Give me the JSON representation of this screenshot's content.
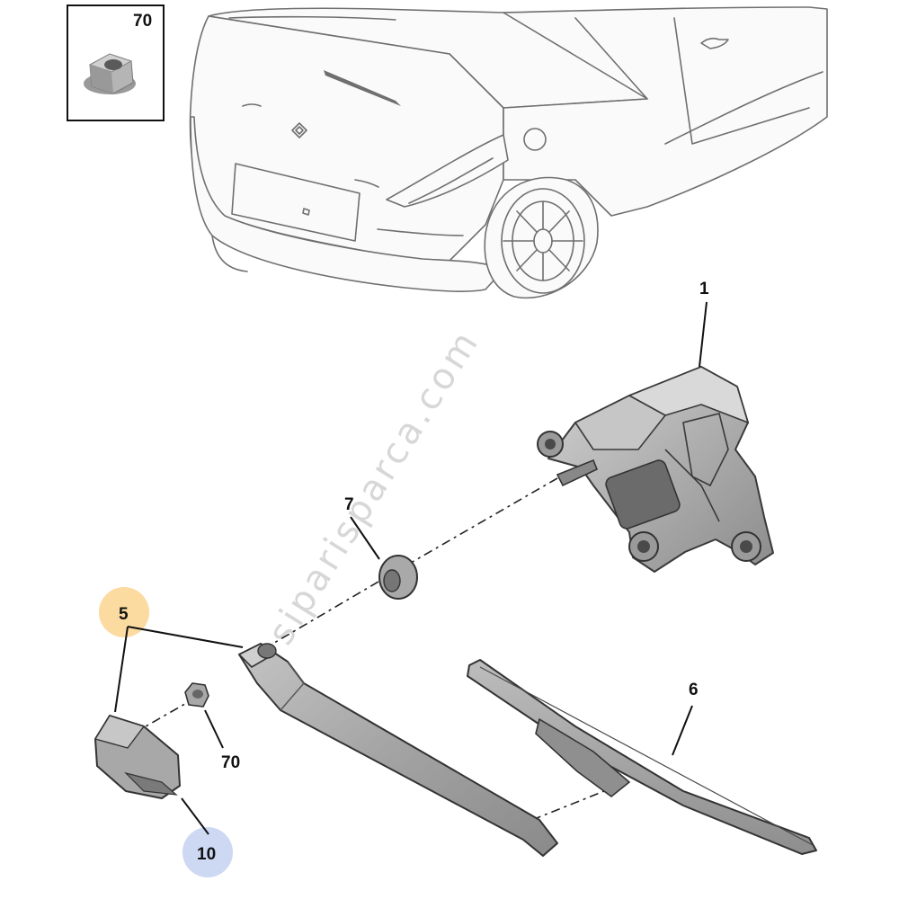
{
  "watermark": "siparisparca.com",
  "colors": {
    "highlight_orange": "#fbdba0",
    "highlight_blue": "#cdd8f3",
    "part_gray": "#a7a7a7",
    "part_dark": "#6d6d6d"
  },
  "inset": {
    "label": "70",
    "icon": "flange-nut-icon"
  },
  "callouts": [
    {
      "id": "1",
      "label": "1"
    },
    {
      "id": "5",
      "label": "5",
      "highlight": "orange"
    },
    {
      "id": "6",
      "label": "6"
    },
    {
      "id": "7",
      "label": "7"
    },
    {
      "id": "70",
      "label": "70"
    },
    {
      "id": "10",
      "label": "10",
      "highlight": "blue"
    }
  ]
}
